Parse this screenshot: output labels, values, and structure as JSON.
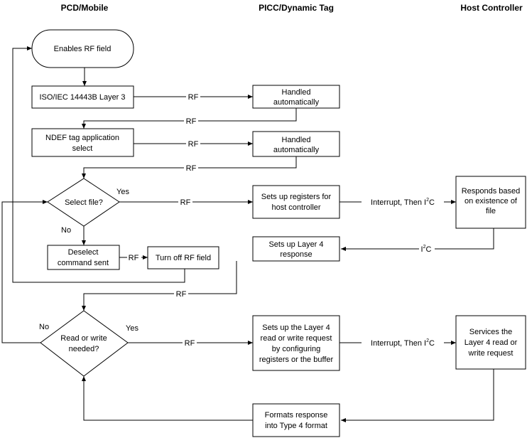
{
  "headers": {
    "pcd": "PCD/Mobile",
    "picc": "PICC/Dynamic Tag",
    "host": "Host Controller"
  },
  "nodes": {
    "enables_rf": "Enables RF field",
    "layer3": "ISO/IEC 14443B Layer 3",
    "handled1": [
      "Handled",
      "automatically"
    ],
    "ndef_select": [
      "NDEF tag application",
      "select"
    ],
    "handled2": [
      "Handled",
      "automatically"
    ],
    "select_file": "Select file?",
    "setup_registers": [
      "Sets up registers for",
      "host controller"
    ],
    "responds": [
      "Responds based",
      "on existence of",
      "file"
    ],
    "setup_layer4": [
      "Sets up Layer 4",
      "response"
    ],
    "deselect": [
      "Deselect",
      "command sent"
    ],
    "turn_off_rf": "Turn off RF field",
    "read_write": [
      "Read or write",
      "needed?"
    ],
    "setup_rw": [
      "Sets up the Layer 4",
      "read or write request",
      "by configuring",
      "registers or the buffer"
    ],
    "services": [
      "Services the",
      "Layer 4 read or",
      "write request"
    ],
    "formats": [
      "Formats response",
      "into Type 4 format"
    ]
  },
  "edge_labels": {
    "rf": "RF",
    "yes": "Yes",
    "no": "No",
    "interrupt_prefix": "Interrupt, Then I",
    "i2c_sup": "2",
    "i2c_base": "I",
    "i2c_c": "C"
  }
}
